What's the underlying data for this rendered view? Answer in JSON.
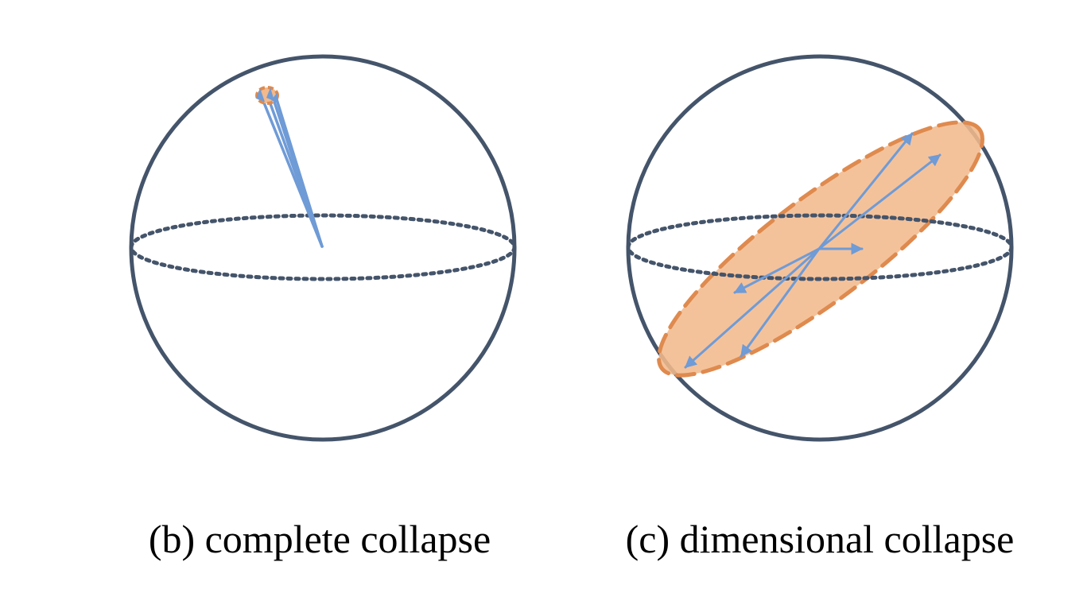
{
  "panels": [
    {
      "id": "b",
      "caption": "(b) complete collapse"
    },
    {
      "id": "c",
      "caption": "(c) dimensional collapse"
    }
  ],
  "colors": {
    "sphere_outline": "#44546a",
    "equator_dots": "#44546a",
    "vector_blue": "#6f9bd6",
    "collapse_fill": "#f2b98c",
    "collapse_edge": "#df8a4e"
  },
  "icons": [
    "sphere",
    "unit-vector-arrow",
    "collapse-region"
  ]
}
